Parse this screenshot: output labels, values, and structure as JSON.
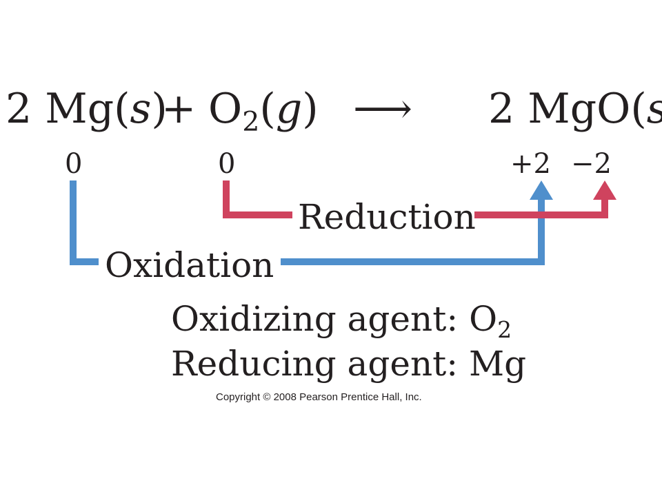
{
  "equation": {
    "reactant1": {
      "coef": "2",
      "formula": "Mg",
      "state": "s"
    },
    "plus": "+",
    "reactant2": {
      "formula": "O",
      "subscript": "2",
      "state": "g"
    },
    "arrow": "⟶",
    "product": {
      "coef": "2",
      "formula": "MgO",
      "state": "s"
    }
  },
  "oxidation_numbers": {
    "mg": "0",
    "o2": "0",
    "mg_in_mgo": "+2",
    "o_in_mgo": "−2"
  },
  "labels": {
    "reduction": "Reduction",
    "oxidation": "Oxidation"
  },
  "agents": {
    "oxidizing_label": "Oxidizing agent: ",
    "oxidizing_formula": "O",
    "oxidizing_subscript": "2",
    "reducing_label": "Reducing agent: ",
    "reducing_formula": "Mg"
  },
  "copyright": "Copyright © 2008 Pearson Prentice Hall, Inc.",
  "colors": {
    "oxidation": "#4f8fcc",
    "reduction": "#cf435e",
    "text": "#231f20"
  }
}
